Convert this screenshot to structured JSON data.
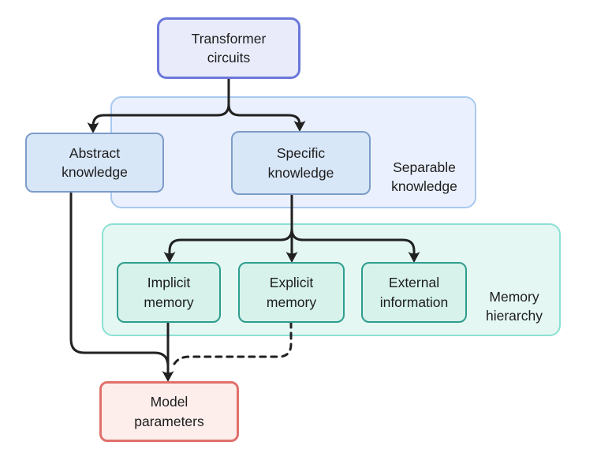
{
  "nodes": {
    "transformer": {
      "label": "Transformer\ncircuits"
    },
    "abstract": {
      "label": "Abstract\nknowledge"
    },
    "specific": {
      "label": "Specific\nknowledge"
    },
    "implicit": {
      "label": "Implicit\nmemory"
    },
    "explicit": {
      "label": "Explicit\nmemory"
    },
    "external": {
      "label": "External\ninformation"
    },
    "model": {
      "label": "Model\nparameters"
    }
  },
  "groups": {
    "separable": {
      "label": "Separable\nknowledge"
    },
    "memory": {
      "label": "Memory\nhierarchy"
    }
  },
  "edges": [
    {
      "from": "Transformer circuits",
      "to": "Abstract knowledge",
      "style": "solid"
    },
    {
      "from": "Transformer circuits",
      "to": "Specific knowledge",
      "style": "solid"
    },
    {
      "from": "Specific knowledge",
      "to": "Implicit memory",
      "style": "solid"
    },
    {
      "from": "Specific knowledge",
      "to": "Explicit memory",
      "style": "solid"
    },
    {
      "from": "Specific knowledge",
      "to": "External information",
      "style": "solid"
    },
    {
      "from": "Abstract knowledge",
      "to": "Model parameters",
      "style": "solid"
    },
    {
      "from": "Implicit memory",
      "to": "Model parameters",
      "style": "solid"
    },
    {
      "from": "Explicit memory",
      "to": "Model parameters",
      "style": "dashed"
    }
  ],
  "colors": {
    "bg": "#ffffff",
    "text": "#1d1d1d",
    "line": "#212121",
    "purple_border": "#6b77d9",
    "purple_fill": "#e9ebfb",
    "blue_border": "#7d9cc9",
    "blue_fill": "#d8e7f8",
    "blue_group_border": "#a9c9f0",
    "blue_group_fill": "#eaf0fd",
    "teal_border": "#2e9d8e",
    "teal_fill": "#d6f2ea",
    "teal_group_border": "#8ce0d3",
    "teal_group_fill": "#e4f7f2",
    "red_border": "#e0706b",
    "red_fill": "#fdeeec"
  }
}
